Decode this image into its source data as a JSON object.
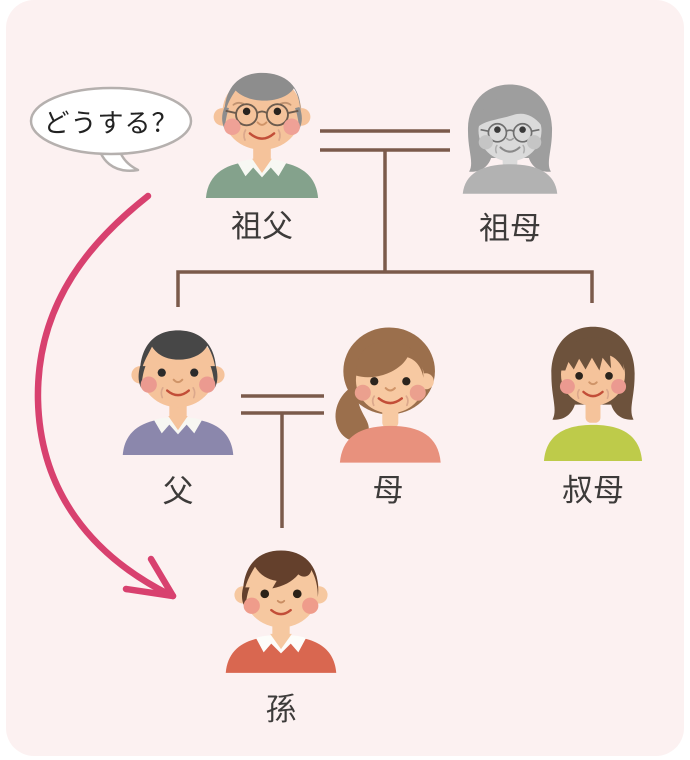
{
  "diagram": {
    "type": "family-tree",
    "speech_bubble": {
      "text": "どうする？"
    },
    "people": [
      {
        "id": "grandfather",
        "label": "祖父"
      },
      {
        "id": "grandmother",
        "label": "祖母"
      },
      {
        "id": "father",
        "label": "父"
      },
      {
        "id": "mother",
        "label": "母"
      },
      {
        "id": "aunt",
        "label": "叔母"
      },
      {
        "id": "grandson",
        "label": "孫"
      }
    ],
    "relationships": {
      "couple_top": [
        "祖父",
        "祖母"
      ],
      "children_of_top": [
        "父",
        "叔母"
      ],
      "couple_middle": [
        "父",
        "母"
      ],
      "child_of_middle": "孫",
      "arrow_points_to": "孫"
    },
    "colors": {
      "panel_bg": "#fcf1f1",
      "tree_line": "#7b5a4b",
      "arrow": "#d8416f",
      "label_text": "#3d3b3a",
      "bubble_border": "#b5b0ae",
      "bubble_fill": "#ffffff"
    }
  }
}
